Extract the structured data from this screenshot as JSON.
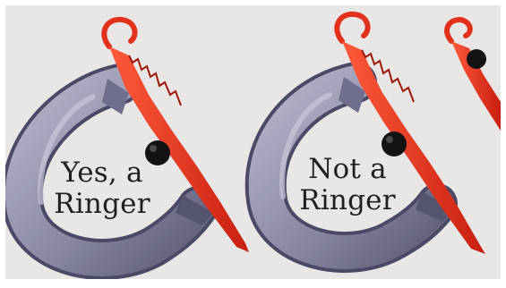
{
  "figure": {
    "labels": [
      {
        "line1": "Yes, a",
        "line2": "Ringer"
      },
      {
        "line1": "Not a",
        "line2": "Ringer"
      }
    ]
  },
  "colors": {
    "paper": "#e9e7e6",
    "horseshoe": "#8b8aa6",
    "stake": "#e1311c",
    "ball": "#121212",
    "text": "#1f1f1f"
  },
  "icons": [
    "horseshoe-icon",
    "stake-icon"
  ]
}
